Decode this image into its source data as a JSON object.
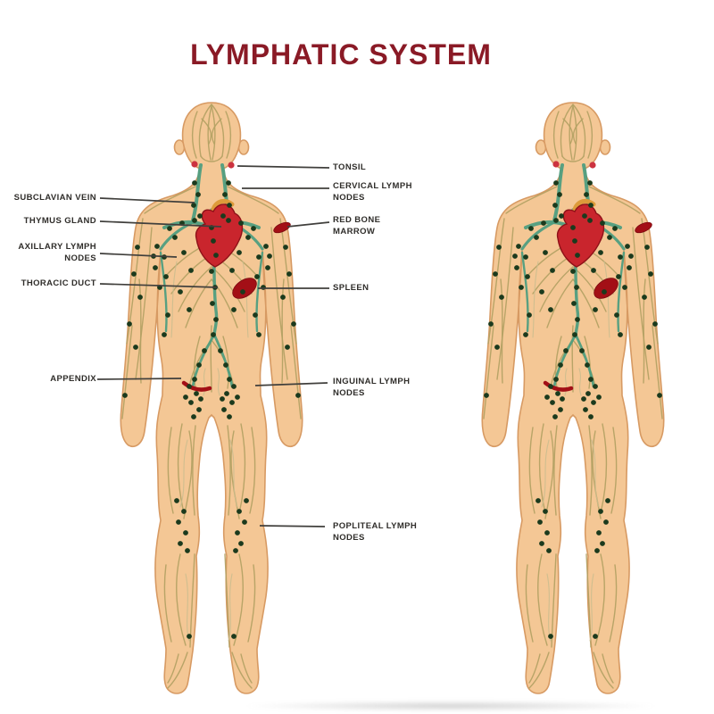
{
  "title": "LYMPHATIC SYSTEM",
  "labels": {
    "subclavian_vein": "SUBCLAVIAN VEIN",
    "thymus_gland": "THYMUS GLAND",
    "axillary_lymph_nodes": "AXILLARY LYMPH\nNODES",
    "thoracic_duct": "THORACIC DUCT",
    "appendix": "APPENDIX",
    "tonsil": "TONSIL",
    "cervical_lymph_nodes": "CERVICAL LYMPH\nNODES",
    "red_bone_marrow": "RED BONE\nMARROW",
    "spleen": "SPLEEN",
    "inguinal_lymph_nodes": "INGUINAL LYMPH\nNODES",
    "popliteal_lymph_nodes": "POPLITEAL LYMPH\nNODES"
  },
  "colors": {
    "title": "#8a1a26",
    "label_text": "#2f2d2a",
    "leader_line": "#403f3c",
    "skin": "#f4c795",
    "skin_outline": "#d79a63",
    "vessel": "#b2a163",
    "vessel_light": "#cbbd8e",
    "trunk": "#4f9e7f",
    "node": "#1b3a1d",
    "heart_red": "#c9252d",
    "heart_dark": "#8e1118",
    "organ_dark_red": "#a30f16",
    "aorta_orange": "#dd9b3a",
    "thymus_yellow": "#dfb23f",
    "tonsil_red": "#cc3340",
    "background": "#ffffff"
  }
}
